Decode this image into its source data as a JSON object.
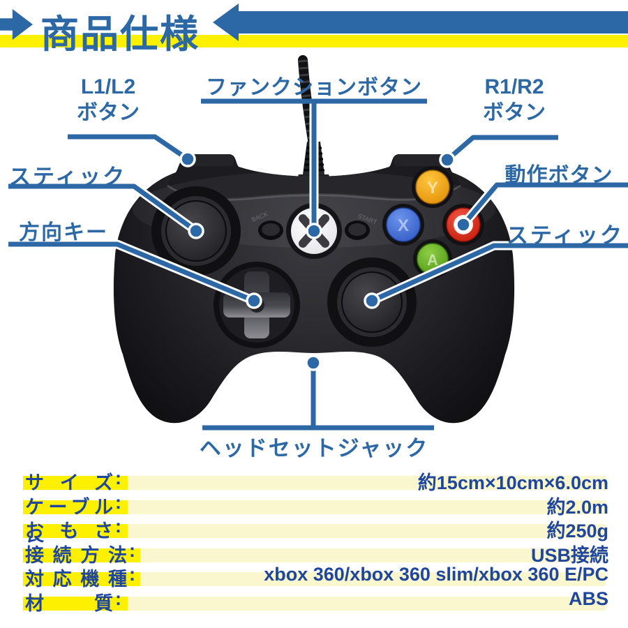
{
  "header": {
    "title": "商品仕様"
  },
  "callouts": {
    "function_button": "ファンクションボタン",
    "left_shoulder_line1": "L1/L2",
    "left_shoulder_line2": "ボタン",
    "right_shoulder_line1": "R1/R2",
    "right_shoulder_line2": "ボタン",
    "left_stick": "スティック",
    "dpad": "方向キー",
    "action_buttons": "動作ボタン",
    "right_stick": "スティック",
    "headset_jack": "ヘッドセットジャック"
  },
  "controller": {
    "button_y": "Y",
    "button_x": "X",
    "button_a": "A",
    "back_label": "BACK",
    "start_label": "START"
  },
  "specs": {
    "rows": [
      {
        "label": "サイズ",
        "colon": ":",
        "value": "約15cm×10cm×6.0cm"
      },
      {
        "label": "ケーブル長",
        "colon": ":",
        "value": "約2.0m"
      },
      {
        "label": "おもさ",
        "colon": ":",
        "value": "約250g"
      },
      {
        "label": "接続方法",
        "colon": ":",
        "value": "USB接続"
      },
      {
        "label": "対応機種",
        "colon": ":",
        "value": "xbox 360/xbox 360 slim/xbox 360 E/PC"
      },
      {
        "label": "材質",
        "colon": ":",
        "value": "ABS"
      }
    ]
  },
  "colors": {
    "accent_blue": "#2d68a6",
    "table_navy": "#1f469e",
    "bright_yellow": "#fdf000",
    "pale_yellow": "#faf7cf"
  }
}
